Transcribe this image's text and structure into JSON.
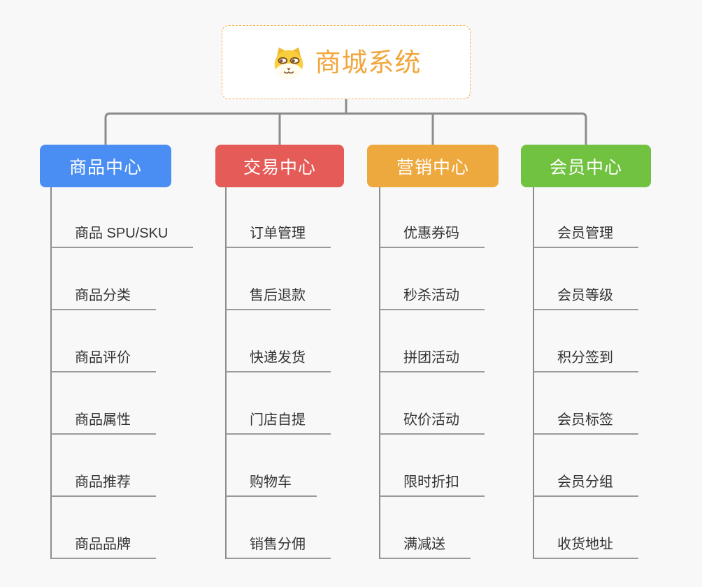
{
  "root": {
    "title": "商城系统",
    "icon": "dog-face-icon"
  },
  "branches": [
    {
      "label": "商品中心",
      "color": "#4a8ef3",
      "children": [
        "商品 SPU/SKU",
        "商品分类",
        "商品评价",
        "商品属性",
        "商品推荐",
        "商品品牌"
      ]
    },
    {
      "label": "交易中心",
      "color": "#e55b58",
      "children": [
        "订单管理",
        "售后退款",
        "快递发货",
        "门店自提",
        "购物车",
        "销售分佣"
      ]
    },
    {
      "label": "营销中心",
      "color": "#eea93e",
      "children": [
        "优惠券码",
        "秒杀活动",
        "拼团活动",
        "砍价活动",
        "限时折扣",
        "满减送"
      ]
    },
    {
      "label": "会员中心",
      "color": "#70c240",
      "children": [
        "会员管理",
        "会员等级",
        "积分签到",
        "会员标签",
        "会员分组",
        "收货地址"
      ]
    }
  ],
  "colors": {
    "background": "#f8f8f8",
    "connector": "#8c8c8c",
    "underline": "#9a9a9a",
    "leaf_text": "#333333",
    "root_accent": "#f0a63c",
    "root_border": "#f2b455"
  }
}
